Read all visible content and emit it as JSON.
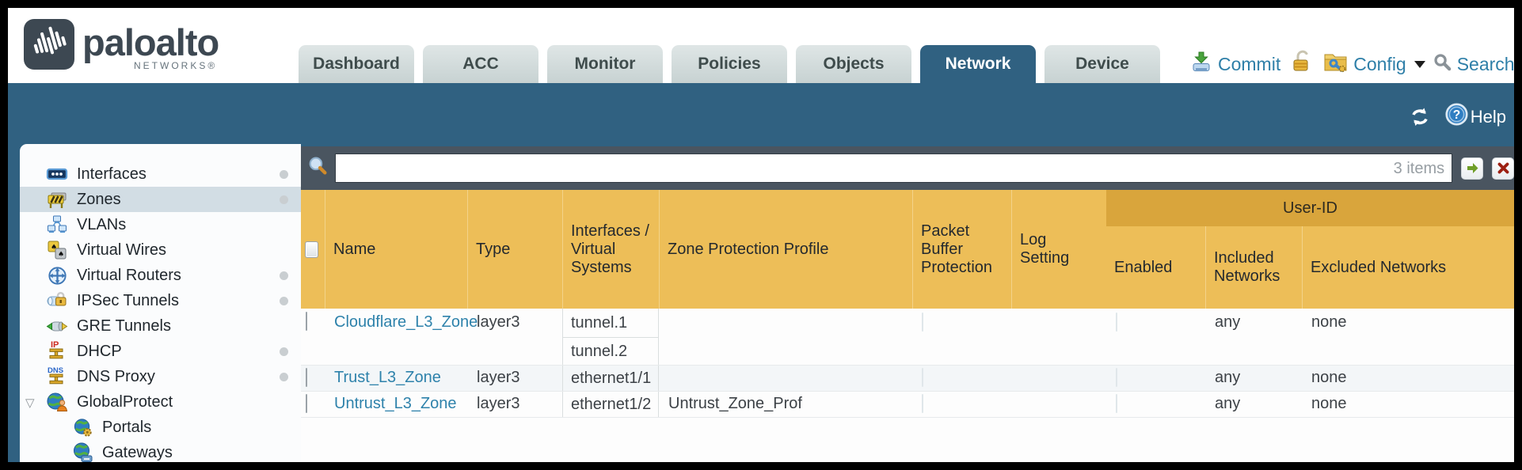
{
  "brand": {
    "logo_word": "paloalto",
    "logo_sub": "NETWORKS®"
  },
  "nav": {
    "tabs": [
      {
        "label": "Dashboard",
        "active": false
      },
      {
        "label": "ACC",
        "active": false
      },
      {
        "label": "Monitor",
        "active": false
      },
      {
        "label": "Policies",
        "active": false
      },
      {
        "label": "Objects",
        "active": false
      },
      {
        "label": "Network",
        "active": true
      },
      {
        "label": "Device",
        "active": false
      }
    ],
    "commit_label": "Commit",
    "config_label": "Config",
    "search_label": "Search"
  },
  "band": {
    "help_label": "Help"
  },
  "sidebar": {
    "items": [
      {
        "label": "Interfaces",
        "dot": true
      },
      {
        "label": "Zones",
        "dot": true,
        "selected": true
      },
      {
        "label": "VLANs",
        "dot": false
      },
      {
        "label": "Virtual Wires",
        "dot": false
      },
      {
        "label": "Virtual Routers",
        "dot": true
      },
      {
        "label": "IPSec Tunnels",
        "dot": true
      },
      {
        "label": "GRE Tunnels",
        "dot": false
      },
      {
        "label": "DHCP",
        "dot": true
      },
      {
        "label": "DNS Proxy",
        "dot": true
      },
      {
        "label": "GlobalProtect",
        "dot": false,
        "expanded": true
      },
      {
        "label": "Portals",
        "dot": false,
        "child": true
      },
      {
        "label": "Gateways",
        "dot": false,
        "child": true
      }
    ]
  },
  "filter": {
    "value": "",
    "items_count": "3 items"
  },
  "table": {
    "group_header": "User-ID",
    "columns": [
      "Name",
      "Type",
      "Interfaces / Virtual Systems",
      "Zone Protection Profile",
      "Packet Buffer Protection",
      "Log Setting",
      "Enabled",
      "Included Networks",
      "Excluded Networks"
    ],
    "rows": [
      {
        "name": "Cloudflare_L3_Zone",
        "type": "layer3",
        "interfaces": [
          "tunnel.1",
          "tunnel.2"
        ],
        "zone_protection_profile": "",
        "log_setting": "",
        "included_networks": "any",
        "excluded_networks": "none"
      },
      {
        "name": "Trust_L3_Zone",
        "type": "layer3",
        "interfaces": [
          "ethernet1/1"
        ],
        "zone_protection_profile": "",
        "log_setting": "",
        "included_networks": "any",
        "excluded_networks": "none"
      },
      {
        "name": "Untrust_L3_Zone",
        "type": "layer3",
        "interfaces": [
          "ethernet1/2"
        ],
        "zone_protection_profile": "Untrust_Zone_Prof",
        "log_setting": "",
        "included_networks": "any",
        "excluded_networks": "none"
      }
    ]
  },
  "colors": {
    "teal_band": "#306181",
    "header_amber": "#edbe58",
    "group_amber": "#d9a53c",
    "filter_bar": "#4a5560",
    "link_blue": "#2e82ab",
    "action_blue": "#2e7fa8"
  }
}
